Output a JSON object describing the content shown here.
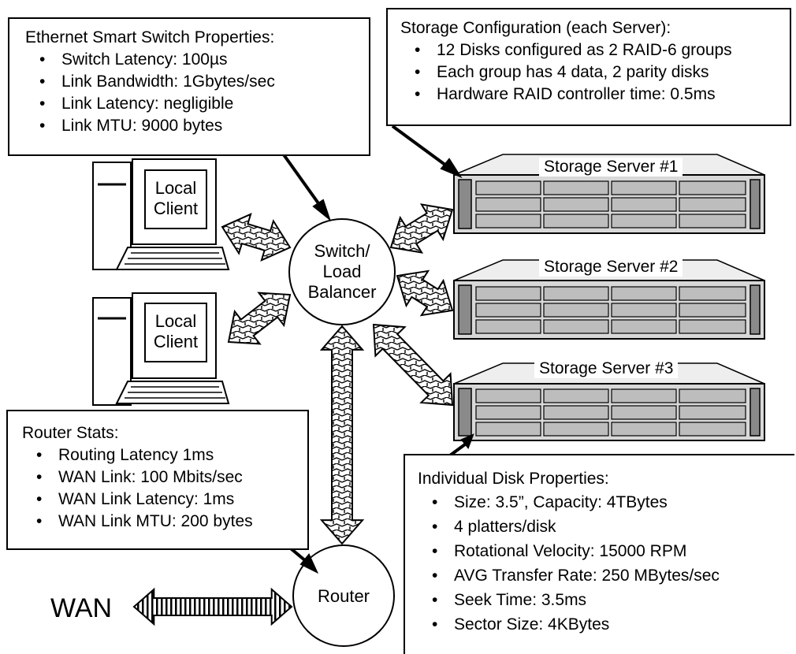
{
  "switch_box": {
    "title": "Ethernet Smart Switch Properties:",
    "items": [
      "Switch Latency: 100µs",
      "Link Bandwidth: 1Gbytes/sec",
      "Link Latency: negligible",
      "Link MTU: 9000 bytes"
    ]
  },
  "storage_box": {
    "title": "Storage Configuration (each Server):",
    "items": [
      "12 Disks configured as 2 RAID-6 groups",
      "Each group has 4 data, 2 parity disks",
      "Hardware RAID controller time: 0.5ms"
    ]
  },
  "router_box": {
    "title": "Router Stats:",
    "items": [
      "Routing Latency 1ms",
      "WAN Link: 100 Mbits/sec",
      "WAN Link Latency: 1ms",
      "WAN Link MTU: 200 bytes"
    ]
  },
  "disk_box": {
    "title": "Individual Disk Properties:",
    "items": [
      "Size: 3.5”, Capacity: 4TBytes",
      "4 platters/disk",
      "Rotational Velocity: 15000 RPM",
      "AVG Transfer Rate: 250 MBytes/sec",
      "Seek Time: 3.5ms",
      "Sector Size: 4KBytes"
    ]
  },
  "nodes": {
    "client_1": [
      "Local",
      "Client"
    ],
    "client_2": [
      "Local",
      "Client"
    ],
    "switch": [
      "Switch/",
      "Load",
      "Balancer"
    ],
    "router": "Router",
    "wan": "WAN"
  },
  "servers": [
    "Storage Server #1",
    "Storage Server #2",
    "Storage Server #3"
  ],
  "colors": {
    "line": "#000000",
    "fill": "#ffffff",
    "server_body": "#d8d8d8",
    "drive_bay": "#bdbdbd"
  }
}
